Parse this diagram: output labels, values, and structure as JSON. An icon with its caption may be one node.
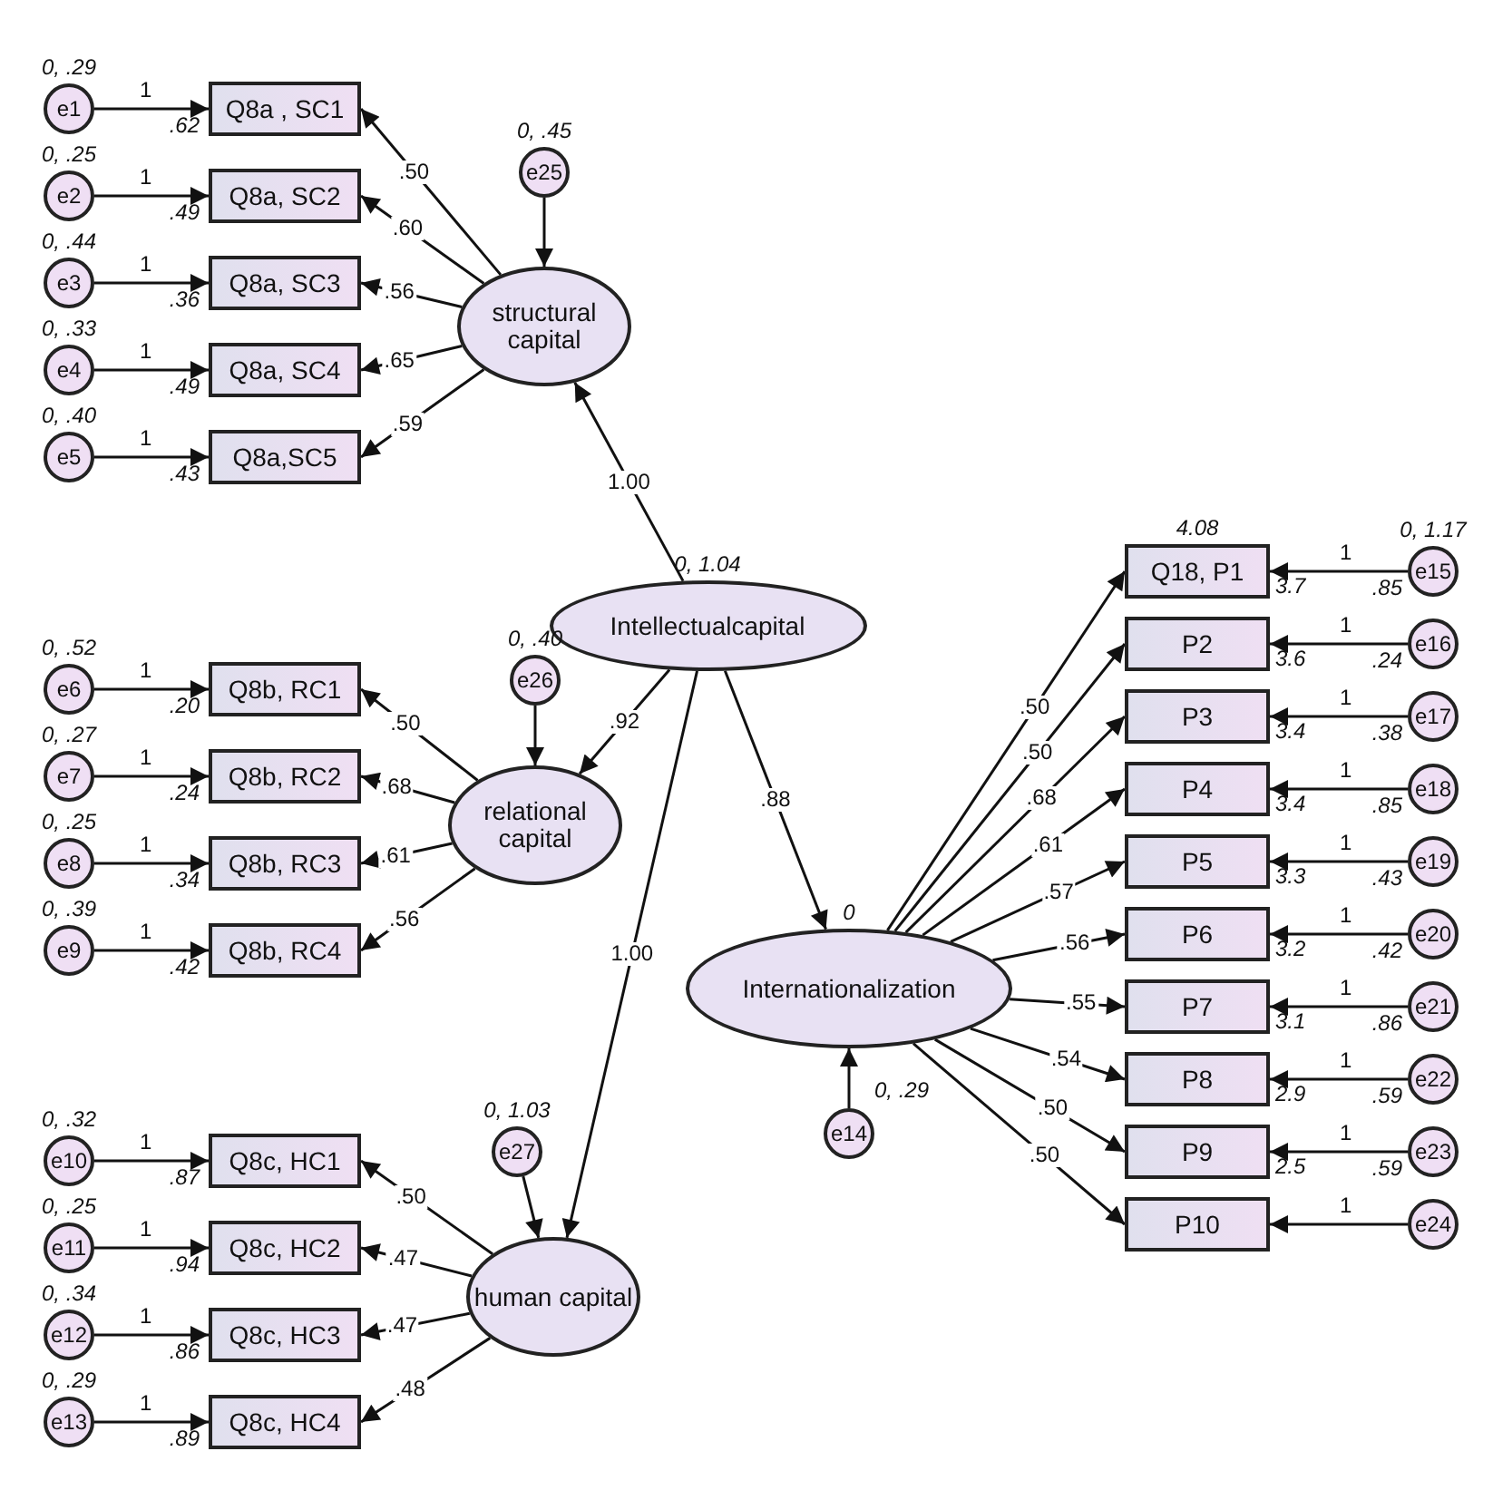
{
  "diagram": {
    "nodes": [
      {
        "text": [
          "e1"
        ],
        "beside": [
          "0, .29"
        ]
      },
      {
        "text": [
          "e2"
        ],
        "beside": [
          "0, .25"
        ]
      },
      {
        "text": [
          "e3"
        ],
        "beside": [
          "0, .44"
        ]
      },
      {
        "text": [
          "e4"
        ],
        "beside": [
          "0, .33"
        ]
      },
      {
        "text": [
          "e5"
        ],
        "beside": [
          "0, .40"
        ]
      },
      {
        "text": [
          "Q8a , SC1"
        ],
        "beside": [
          ".62"
        ]
      },
      {
        "text": [
          "Q8a, SC2"
        ],
        "beside": [
          ".49"
        ]
      },
      {
        "text": [
          "Q8a, SC3"
        ],
        "beside": [
          ".36"
        ]
      },
      {
        "text": [
          "Q8a, SC4"
        ],
        "beside": [
          ".49"
        ]
      },
      {
        "text": [
          "Q8a,SC5"
        ],
        "beside": [
          ".43"
        ]
      },
      {
        "text": [
          "e25"
        ],
        "beside": [
          "0, .45"
        ]
      },
      {
        "text": [
          "structural capital"
        ]
      },
      {
        "text": [
          "Intellectualcapital"
        ],
        "beside": [
          "0, 1.04"
        ]
      },
      {
        "text": [
          "e6"
        ],
        "beside": [
          "0, .52"
        ]
      },
      {
        "text": [
          "e7"
        ],
        "beside": [
          "0, .27"
        ]
      },
      {
        "text": [
          "e8"
        ],
        "beside": [
          "0, .25"
        ]
      },
      {
        "text": [
          "e9"
        ],
        "beside": [
          "0, .39"
        ]
      },
      {
        "text": [
          "Q8b, RC1"
        ],
        "beside": [
          ".20"
        ]
      },
      {
        "text": [
          "Q8b, RC2"
        ],
        "beside": [
          ".24"
        ]
      },
      {
        "text": [
          "Q8b, RC3"
        ],
        "beside": [
          ".34"
        ]
      },
      {
        "text": [
          "Q8b, RC4"
        ],
        "beside": [
          ".42"
        ]
      },
      {
        "text": [
          "e26"
        ],
        "beside": [
          "0, .40"
        ]
      },
      {
        "text": [
          "relational capital"
        ]
      },
      {
        "text": [
          "e10"
        ],
        "beside": [
          "0, .32"
        ]
      },
      {
        "text": [
          "e11"
        ],
        "beside": [
          "0, .25"
        ]
      },
      {
        "text": [
          "e12"
        ],
        "beside": [
          "0, .34"
        ]
      },
      {
        "text": [
          "e13"
        ],
        "beside": [
          "0, .29"
        ]
      },
      {
        "text": [
          "Q8c, HC1"
        ],
        "beside": [
          ".87"
        ]
      },
      {
        "text": [
          "Q8c, HC2"
        ],
        "beside": [
          ".94"
        ]
      },
      {
        "text": [
          "Q8c, HC3"
        ],
        "beside": [
          ".86"
        ]
      },
      {
        "text": [
          "Q8c, HC4"
        ],
        "beside": [
          ".89"
        ]
      },
      {
        "text": [
          "e27"
        ],
        "beside": [
          "0, 1.03"
        ]
      },
      {
        "text": [
          "human capital"
        ]
      },
      {
        "text": [
          "Internationalization"
        ],
        "beside": [
          "0"
        ]
      },
      {
        "text": [
          "e14"
        ],
        "beside": [
          "0, .29"
        ]
      },
      {
        "text": [
          "Q18, P1"
        ],
        "beside": [
          "4.08",
          "3.7"
        ]
      },
      {
        "text": [
          "P2"
        ],
        "beside": [
          "3.6"
        ]
      },
      {
        "text": [
          "P3"
        ],
        "beside": [
          "3.4"
        ]
      },
      {
        "text": [
          "P4"
        ],
        "beside": [
          "3.4"
        ]
      },
      {
        "text": [
          "P5"
        ],
        "beside": [
          "3.3"
        ]
      },
      {
        "text": [
          "P6"
        ],
        "beside": [
          "3.2"
        ]
      },
      {
        "text": [
          "P7"
        ],
        "beside": [
          "3.1"
        ]
      },
      {
        "text": [
          "P8"
        ],
        "beside": [
          "2.9"
        ]
      },
      {
        "text": [
          "P9"
        ],
        "beside": [
          "2.5"
        ]
      },
      {
        "text": [
          "P10"
        ]
      },
      {
        "text": [
          "e15"
        ],
        "beside": [
          "0, 1.17",
          ".85"
        ]
      },
      {
        "text": [
          "e16"
        ],
        "beside": [
          ".24"
        ]
      },
      {
        "text": [
          "e17"
        ],
        "beside": [
          ".38"
        ]
      },
      {
        "text": [
          "e18"
        ],
        "beside": [
          ".85"
        ]
      },
      {
        "text": [
          "e19"
        ],
        "beside": [
          ".43"
        ]
      },
      {
        "text": [
          "e20"
        ],
        "beside": [
          ".42"
        ]
      },
      {
        "text": [
          "e21"
        ],
        "beside": [
          ".86"
        ]
      },
      {
        "text": [
          "e22"
        ],
        "beside": [
          ".59"
        ]
      },
      {
        "text": [
          "e23"
        ],
        "beside": [
          ".59"
        ]
      },
      {
        "text": [
          "e24"
        ]
      }
    ],
    "edges": [
      {
        "from": 0,
        "to": 5,
        "arrow": "to",
        "label": "1"
      },
      {
        "from": 1,
        "to": 6,
        "arrow": "to",
        "label": "1"
      },
      {
        "from": 2,
        "to": 7,
        "arrow": "to",
        "label": "1"
      },
      {
        "from": 3,
        "to": 8,
        "arrow": "to",
        "label": "1"
      },
      {
        "from": 4,
        "to": 9,
        "arrow": "to",
        "label": "1"
      },
      {
        "from": 11,
        "to": 5,
        "arrow": "to",
        "label": ".50"
      },
      {
        "from": 11,
        "to": 6,
        "arrow": "to",
        "label": ".60"
      },
      {
        "from": 11,
        "to": 7,
        "arrow": "to",
        "label": ".56"
      },
      {
        "from": 11,
        "to": 8,
        "arrow": "to",
        "label": ".65"
      },
      {
        "from": 11,
        "to": 9,
        "arrow": "to",
        "label": ".59"
      },
      {
        "from": 10,
        "to": 11,
        "arrow": "to"
      },
      {
        "from": 12,
        "to": 11,
        "arrow": "to",
        "label": "1.00"
      },
      {
        "from": 13,
        "to": 17,
        "arrow": "to",
        "label": "1"
      },
      {
        "from": 14,
        "to": 18,
        "arrow": "to",
        "label": "1"
      },
      {
        "from": 15,
        "to": 19,
        "arrow": "to",
        "label": "1"
      },
      {
        "from": 16,
        "to": 20,
        "arrow": "to",
        "label": "1"
      },
      {
        "from": 22,
        "to": 17,
        "arrow": "to",
        "label": ".50"
      },
      {
        "from": 22,
        "to": 18,
        "arrow": "to",
        "label": ".68"
      },
      {
        "from": 22,
        "to": 19,
        "arrow": "to",
        "label": ".61"
      },
      {
        "from": 22,
        "to": 20,
        "arrow": "to",
        "label": ".56"
      },
      {
        "from": 21,
        "to": 22,
        "arrow": "to"
      },
      {
        "from": 12,
        "to": 22,
        "arrow": "to",
        "label": ".92"
      },
      {
        "from": 23,
        "to": 27,
        "arrow": "to",
        "label": "1"
      },
      {
        "from": 24,
        "to": 28,
        "arrow": "to",
        "label": "1"
      },
      {
        "from": 25,
        "to": 29,
        "arrow": "to",
        "label": "1"
      },
      {
        "from": 26,
        "to": 30,
        "arrow": "to",
        "label": "1"
      },
      {
        "from": 32,
        "to": 27,
        "arrow": "to",
        "label": ".50"
      },
      {
        "from": 32,
        "to": 28,
        "arrow": "to",
        "label": ".47"
      },
      {
        "from": 32,
        "to": 29,
        "arrow": "to",
        "label": ".47"
      },
      {
        "from": 32,
        "to": 30,
        "arrow": "to",
        "label": ".48"
      },
      {
        "from": 31,
        "to": 32,
        "arrow": "to"
      },
      {
        "from": 12,
        "to": 32,
        "arrow": "to",
        "label": "1.00"
      },
      {
        "from": 12,
        "to": 33,
        "arrow": "to",
        "label": ".88"
      },
      {
        "from": 34,
        "to": 33,
        "arrow": "to"
      },
      {
        "from": 33,
        "to": 35,
        "arrow": "to",
        "label": ".50"
      },
      {
        "from": 33,
        "to": 36,
        "arrow": "to",
        "label": ".50"
      },
      {
        "from": 33,
        "to": 37,
        "arrow": "to",
        "label": ".68"
      },
      {
        "from": 33,
        "to": 38,
        "arrow": "to",
        "label": ".61"
      },
      {
        "from": 33,
        "to": 39,
        "arrow": "to",
        "label": ".57"
      },
      {
        "from": 33,
        "to": 40,
        "arrow": "to",
        "label": ".56"
      },
      {
        "from": 33,
        "to": 41,
        "arrow": "to",
        "label": ".55"
      },
      {
        "from": 33,
        "to": 42,
        "arrow": "to",
        "label": ".54"
      },
      {
        "from": 33,
        "to": 43,
        "arrow": "to",
        "label": ".50"
      },
      {
        "from": 33,
        "to": 44,
        "arrow": "to",
        "label": ".50"
      },
      {
        "from": 45,
        "to": 35,
        "arrow": "to",
        "label": "1"
      },
      {
        "from": 46,
        "to": 36,
        "arrow": "to",
        "label": "1"
      },
      {
        "from": 47,
        "to": 37,
        "arrow": "to",
        "label": "1"
      },
      {
        "from": 48,
        "to": 38,
        "arrow": "to",
        "label": "1"
      },
      {
        "from": 49,
        "to": 39,
        "arrow": "to",
        "label": "1"
      },
      {
        "from": 50,
        "to": 40,
        "arrow": "to",
        "label": "1"
      },
      {
        "from": 51,
        "to": 41,
        "arrow": "to",
        "label": "1"
      },
      {
        "from": 52,
        "to": 42,
        "arrow": "to",
        "label": "1"
      },
      {
        "from": 53,
        "to": 43,
        "arrow": "to",
        "label": "1"
      },
      {
        "from": 54,
        "to": 44,
        "arrow": "to",
        "label": "1"
      }
    ]
  }
}
